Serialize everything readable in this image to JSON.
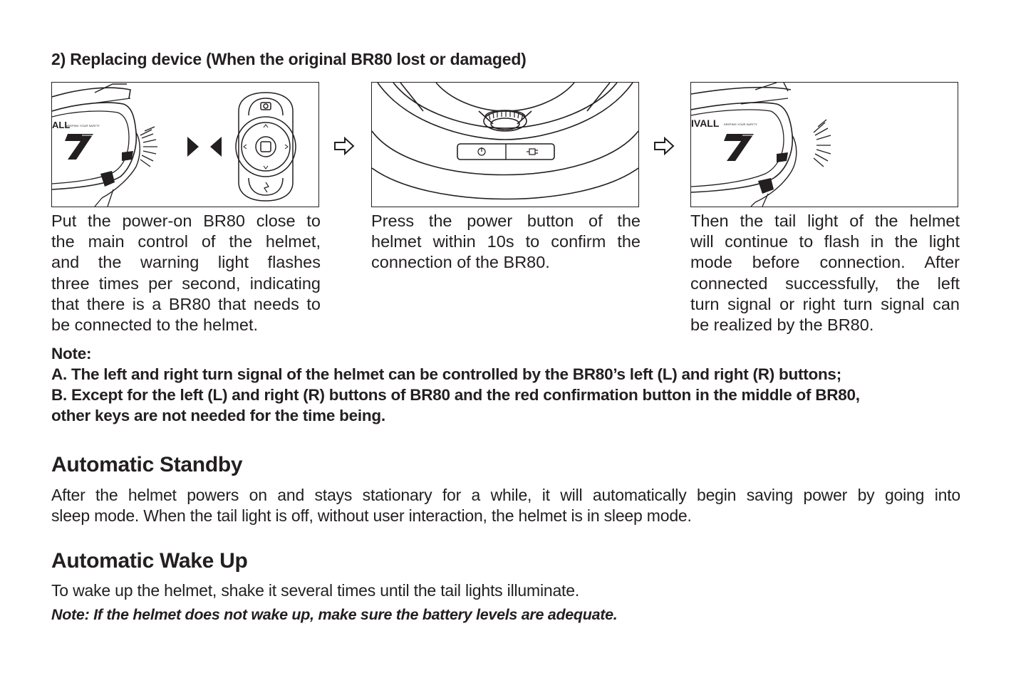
{
  "section": {
    "title": "2) Replacing device  (When the original BR80 lost or damaged)"
  },
  "steps": [
    {
      "caption_lines": [
        "Put the power-on BR80 close to",
        "the main control of the helmet,",
        "and the warning light flashes",
        "three times per second, indicating",
        "that there is a BR80 that needs to",
        "be connected to the helmet."
      ]
    },
    {
      "caption_lines": [
        "Press the power button of the",
        "helmet within 10s to confirm the",
        "connection of the BR80."
      ]
    },
    {
      "caption_lines": [
        "Then the tail light of the helmet",
        "will continue to flash in the light",
        "mode before connection. After",
        "connected successfully, the left",
        "turn signal or right turn signal can",
        "be realized by the BR80."
      ]
    }
  ],
  "illustration_text": {
    "brand_left": "ALL",
    "brand_right": "IVALL",
    "slogan": "KEEPING YOUR SAFETY",
    "model_number": "7"
  },
  "icons": {
    "step_arrow": "right-outline-arrow-icon",
    "power_button": "power-icon",
    "plug_button": "plug-icon",
    "camera": "camera-icon"
  },
  "note": {
    "label": "Note:",
    "line_a": "A. The left and right turn signal of the helmet can be controlled by the BR80’s left (L) and right (R) buttons;",
    "line_b1": "B. Except for the left (L) and right (R) buttons of BR80 and the red confirmation button in the middle of BR80,",
    "line_b2": "other keys are not needed for the time being."
  },
  "standby": {
    "heading": "Automatic Standby",
    "line1": "After the helmet powers on and stays stationary for a while, it will automatically begin saving power by going into",
    "line2": "sleep mode. When the tail light is off, without user interaction, the helmet is in sleep mode."
  },
  "wake": {
    "heading": "Automatic Wake Up",
    "line1": "To wake up the helmet, shake it several times until the tail lights illuminate.",
    "note": "Note: If the helmet does not wake up, make sure the battery levels are adequate."
  }
}
